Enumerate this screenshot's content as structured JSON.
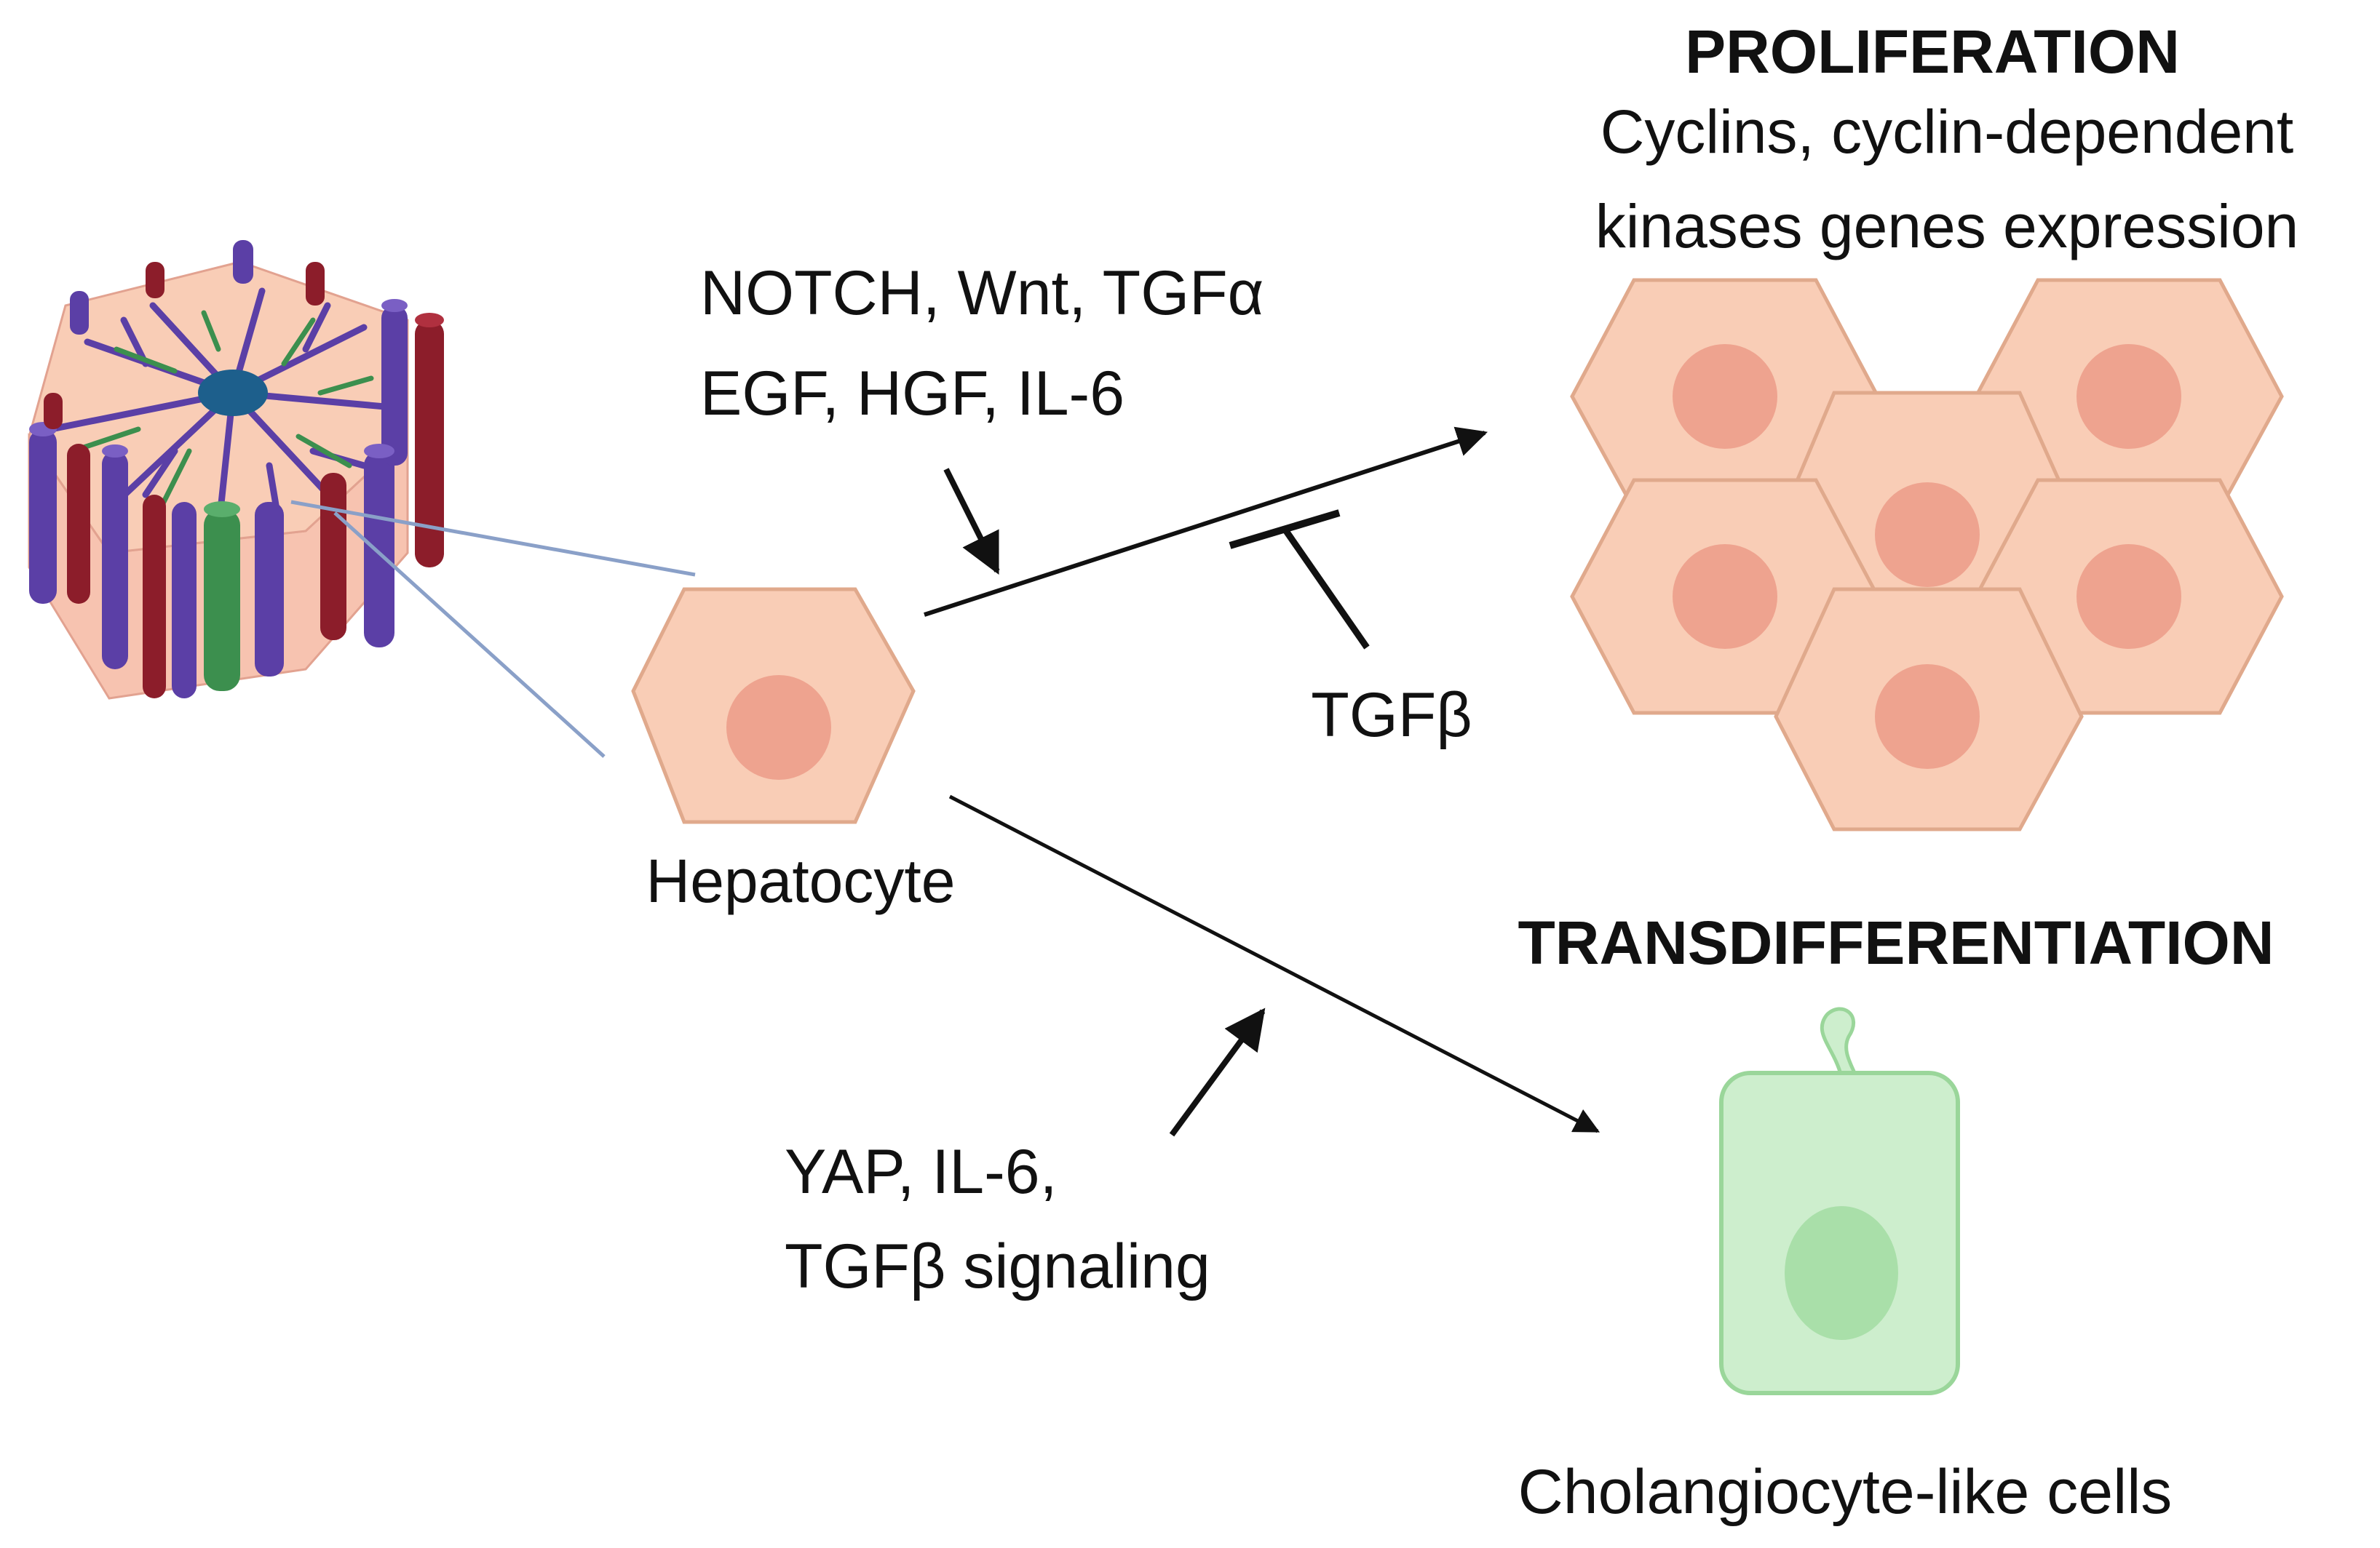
{
  "labels": {
    "proliferation_title": "PROLIFERATION",
    "proliferation_desc_line1": "Cyclins, cyclin-dependent",
    "proliferation_desc_line2": "kinases genes expression",
    "inducers_line1": "NOTCH, Wnt, TGFα",
    "inducers_line2": "EGF, HGF, IL-6",
    "inhibitor": "TGFβ",
    "hepatocyte": "Hepatocyte",
    "transdiff_title": "TRANSDIFFERENTIATION",
    "transdiff_inducers_line1": "YAP, IL-6,",
    "transdiff_inducers_line2": "TGFβ signaling",
    "cholangiocyte": "Cholangiocyte-like cells"
  },
  "colors": {
    "hepatocyte_fill": "#f9cdb6",
    "hepatocyte_stroke": "#e0a98c",
    "nucleus": "#eea38f",
    "cholangiocyte_fill": "#cdeecd",
    "cholangiocyte_stroke": "#9ad69a",
    "cholangiocyte_nucleus": "#a9dfa9",
    "lobule_purple": "#5b3fa6",
    "lobule_red": "#8c1d2a",
    "lobule_green": "#3c8f4e",
    "lobule_central": "#1d5f8c",
    "connector": "#8aa0c8",
    "arrow": "#111111"
  }
}
